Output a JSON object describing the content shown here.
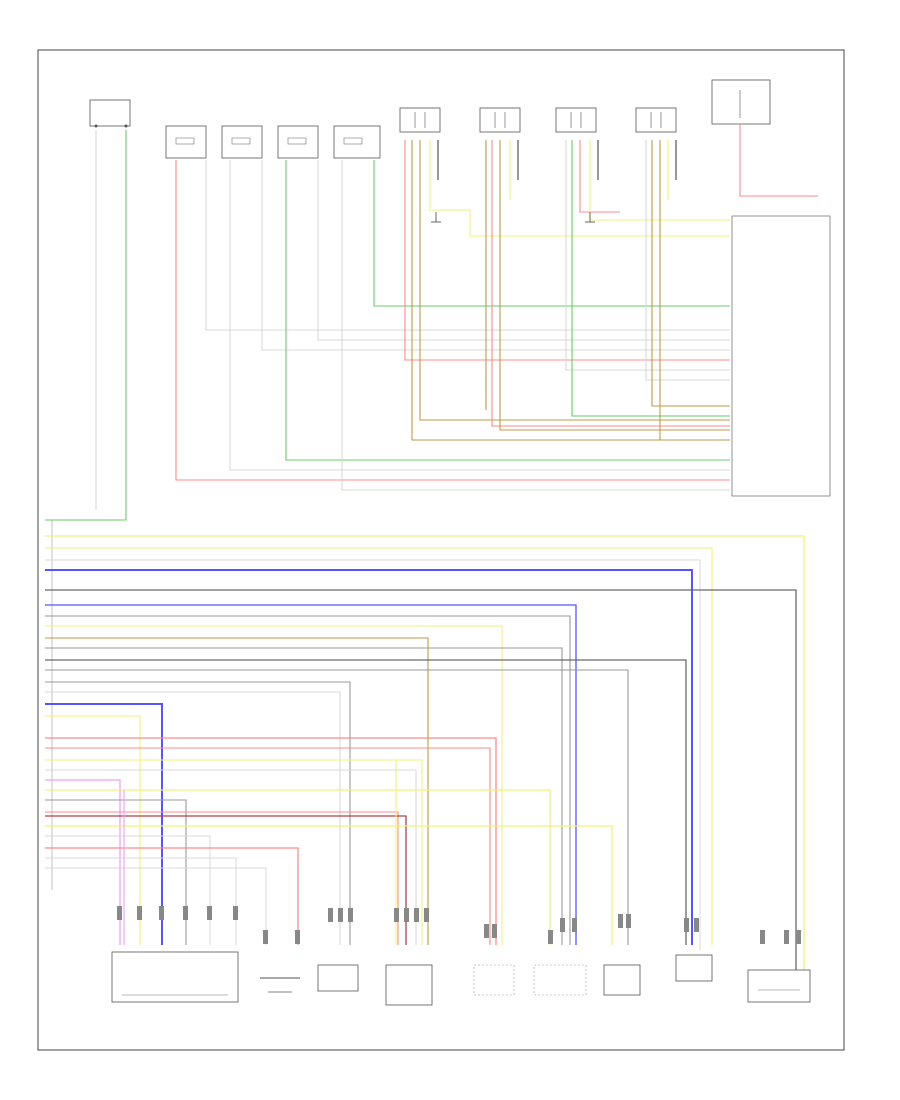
{
  "diagram": {
    "page_number": "",
    "component_labels": [],
    "connector_pin_labels": [],
    "wire_color_labels": [],
    "note": ""
  },
  "colors": {
    "frame": "#444444",
    "component": "#555555",
    "wire_red": "#ff8a8a",
    "wire_green": "#66cc66",
    "wire_yellow": "#f2f27a",
    "wire_blue": "#5555ff",
    "wire_gray": "#9a9a9a",
    "wire_dark_gray": "#6a6a6a",
    "wire_brown": "#c19a4a",
    "wire_pink": "#f0a0f0",
    "wire_light": "#d8d8d8"
  },
  "icons": [
    "ground-symbol",
    "splice-dot",
    "connector-pin"
  ]
}
